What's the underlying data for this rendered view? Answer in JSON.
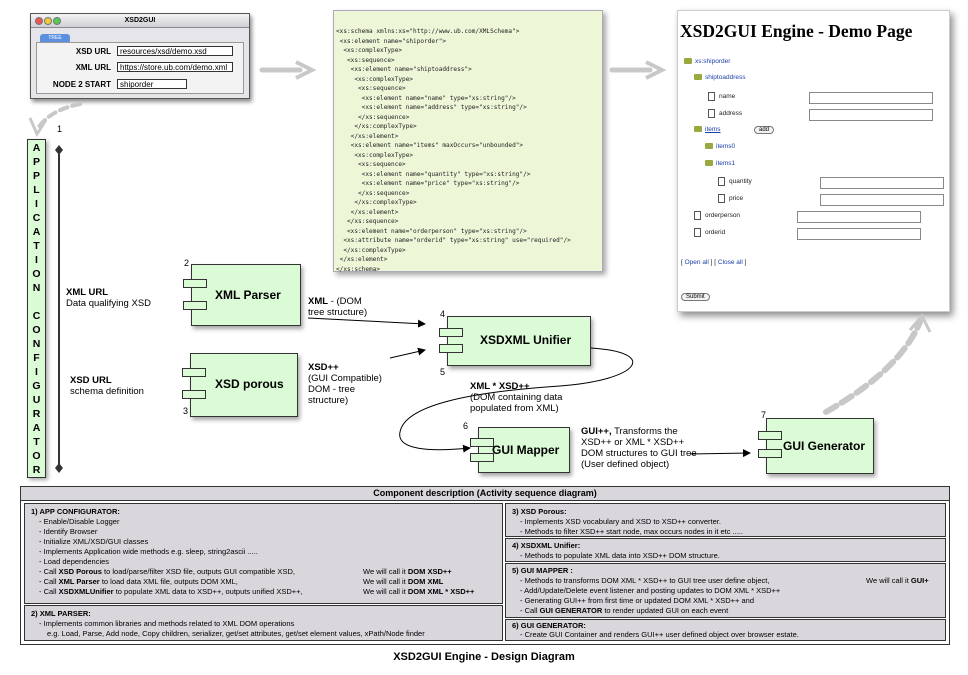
{
  "config_window": {
    "title": "XSD2GUI",
    "tab": "TREE",
    "fields": [
      {
        "label": "XSD URL",
        "value": "resources/xsd/demo.xsd"
      },
      {
        "label": "XML URL",
        "value": "https://store.ub.com/demo.xml"
      },
      {
        "label": "NODE 2 START",
        "value": "shiporder"
      }
    ]
  },
  "xsd_document": {
    "lines": [
      "<xs:schema xmlns:xs=\"http://www.ub.com/XMLSchema\">",
      " <xs:element name=\"shiporder\">",
      "  <xs:complexType>",
      "   <xs:sequence>",
      "    <xs:element name=\"shiptoaddress\">",
      "     <xs:complexType>",
      "      <xs:sequence>",
      "       <xs:element name=\"name\" type=\"xs:string\"/>",
      "       <xs:element name=\"address\" type=\"xs:string\"/>",
      "      </xs:sequence>",
      "     </xs:complexType>",
      "    </xs:element>",
      "    <xs:element name=\"items\" maxOccurs=\"unbounded\">",
      "     <xs:complexType>",
      "      <xs:sequence>",
      "       <xs:element name=\"quantity\" type=\"xs:string\"/>",
      "       <xs:element name=\"price\" type=\"xs:string\"/>",
      "      </xs:sequence>",
      "     </xs:complexType>",
      "    </xs:element>",
      "   </xs:sequence>",
      "   <xs:element name=\"orderperson\" type=\"xs:string\"/>",
      "  <xs:attribute name=\"orderid\" type=\"xs:string\" use=\"required\"/>",
      "  </xs:complexType>",
      " </xs:element>",
      "</xs:schema>"
    ]
  },
  "demo_page": {
    "title": "XSD2GUI Engine - Demo Page",
    "root": "xs:shiporder",
    "shiptoaddress": "shiptoaddress",
    "name": "name",
    "address": "address",
    "items": "items",
    "add": "add",
    "items0": "items0",
    "items1": "items1",
    "quantity": "quantity",
    "price": "price",
    "orderperson": "orderperson",
    "orderid": "orderid",
    "open_all": "Open all",
    "close_all": "Close all",
    "submit": "Submit"
  },
  "app_configurator": {
    "letters": [
      "A",
      "P",
      "P",
      "L",
      "I",
      "C",
      "A",
      "T",
      "I",
      "O",
      "N",
      "",
      "C",
      "O",
      "N",
      "F",
      "I",
      "G",
      "U",
      "R",
      "A",
      "T",
      "O",
      "R"
    ],
    "num": "1"
  },
  "components": {
    "xml_parser": {
      "name": "XML Parser",
      "num": "2"
    },
    "xsd_porous": {
      "name": "XSD porous",
      "num": "3"
    },
    "xsdxml_unifier": {
      "name": "XSDXML Unifier",
      "num_top": "4",
      "num_bottom": "5"
    },
    "gui_mapper": {
      "name": "GUI Mapper",
      "num": "6"
    },
    "gui_generator": {
      "name": "GUI Generator",
      "num": "7"
    }
  },
  "notes": {
    "xml_in": {
      "bold": "XML URL",
      "rest": "Data qualifying XSD"
    },
    "xsd_in": {
      "bold": "XSD URL",
      "rest": "schema definition"
    },
    "xml_out": {
      "bold": "XML",
      "rest1": " - (DOM",
      "rest2": "tree structure)"
    },
    "xsd_out": {
      "bold": "XSD++",
      "l2": "(GUI Compatible)",
      "l3": "DOM - tree",
      "l4": "structure)"
    },
    "unified": {
      "bold": "XML * XSD++",
      "l2": "(DOM containing data",
      "l3": "populated from XML)"
    },
    "gui": {
      "bold": "GUI++,",
      "l1rest": " Transforms the",
      "l2": "XSD++ or XML * XSD++",
      "l3": "DOM structures to GUI tree",
      "l4": "(User defined object)"
    }
  },
  "description": {
    "title": "Component description (Activity sequence diagram)",
    "c1": {
      "heading": "1) APP CONFIGURATOR:",
      "lines": [
        "- Enable/Disable Logger",
        "- Identify Browser",
        "- Initialize XML/XSD/GUI classes",
        "- Implements Application wide methods e.g. sleep, string2ascii .....",
        "- Load dependencies"
      ],
      "call1": {
        "pre": "- Call ",
        "b": "XSD Porous",
        "post": " to load/parse/filter XSD file, outputs GUI compatible XSD,"
      },
      "call2": {
        "pre": "- Call ",
        "b": "XML Parser",
        "post": " to load data XML file, outputs DOM XML,"
      },
      "call3": {
        "pre": "- Call ",
        "b": "XSDXMLUnifier",
        "post": " to populate XML data to XSD++, outputs unified XSD++,"
      },
      "will": "We will call it",
      "dom1": "DOM XSD++",
      "dom2": "DOM XML",
      "dom3": "DOM XML * XSD++"
    },
    "c2": {
      "heading": "2) XML PARSER:",
      "lines": [
        "- Implements common libraries and methods related to XML DOM operations",
        "e.g. Load, Parse, Add node, Copy children, serializer, get/set attributes, get/set element values, xPath/Node finder"
      ]
    },
    "c3": {
      "heading": "3) XSD Porous:",
      "lines": [
        "- Implements XSD vocabulary and XSD to XSD++ converter.",
        "- Methods to filter XSD++ start node, max occurs nodes in it etc ....."
      ]
    },
    "c4": {
      "heading": "4) XSDXML Unifier:",
      "lines": [
        "- Methods to populate XML data into XSD++ DOM structure."
      ]
    },
    "c5": {
      "heading": "5) GUI MAPPER :",
      "lines": [
        "- Methods to transforms DOM XML * XSD++ to GUI tree user define object,",
        "- Add/Update/Delete event listener and posting updates to DOM XML * XSD++",
        "- Generating GUI++ from first time or updated DOM XML * XSD++ and"
      ],
      "call": {
        "pre": "- Call ",
        "b": "GUI GENERATOR",
        "post": " to render updated GUI on each event"
      },
      "will": "We will call it",
      "dom": "GUI+"
    },
    "c6": {
      "heading": "6) GUI GENERATOR:",
      "lines": [
        "- Create GUI Container and renders GUI++ user defined object over browser estate."
      ]
    }
  },
  "footer": "XSD2GUI Engine - Design Diagram"
}
